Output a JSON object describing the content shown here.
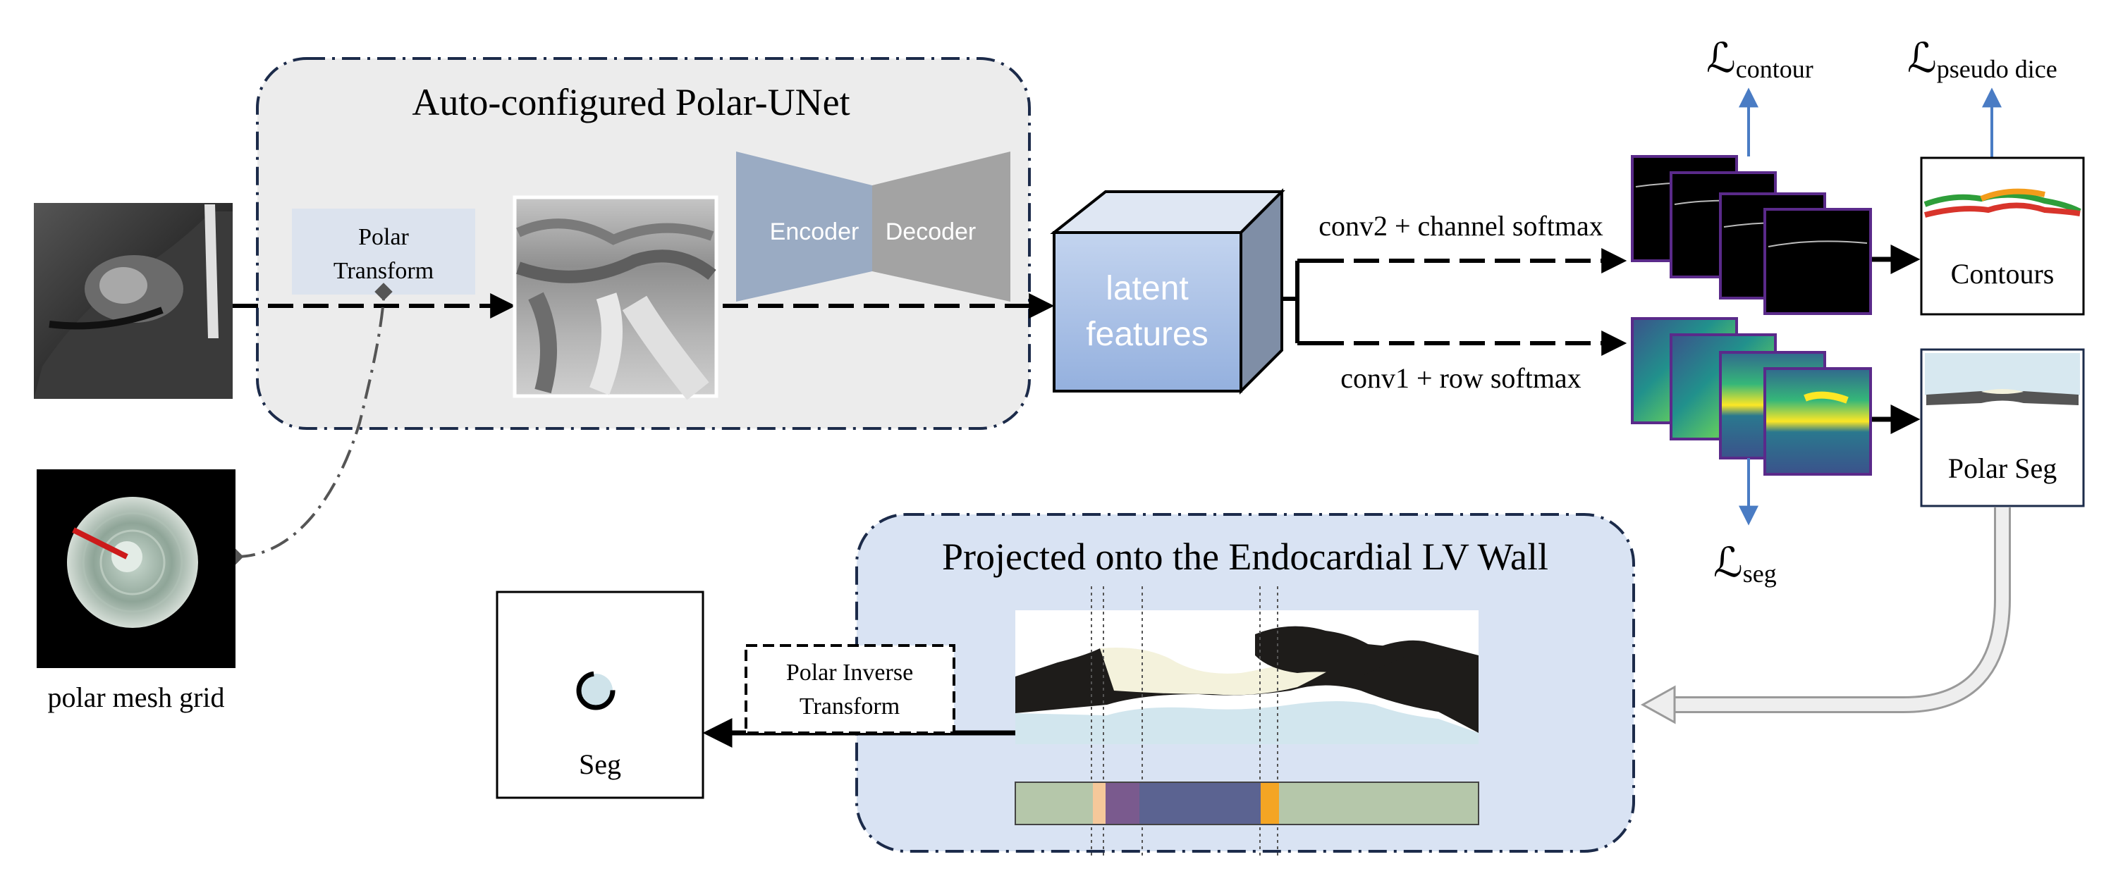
{
  "top_panel": {
    "title": "Auto-configured Polar-UNet"
  },
  "polar_transform": {
    "line1": "Polar",
    "line2": "Transform"
  },
  "network": {
    "encoder": "Encoder",
    "decoder": "Decoder"
  },
  "latent": {
    "line1": "latent",
    "line2": "features"
  },
  "branches": {
    "upper": "conv2 + channel softmax",
    "lower": "conv1 + row softmax"
  },
  "losses": {
    "contour": {
      "main": "ℒ",
      "sub": "contour"
    },
    "pseudo_dice": {
      "main": "ℒ",
      "sub": "pseudo dice"
    },
    "seg": {
      "main": "ℒ",
      "sub": "seg"
    }
  },
  "outputs": {
    "contours": "Contours",
    "polar_seg": "Polar Seg"
  },
  "mesh_grid": {
    "caption": "polar mesh grid"
  },
  "bottom_panel": {
    "title": "Projected onto the Endocardial LV Wall"
  },
  "inverse": {
    "line1": "Polar Inverse",
    "line2": "Transform"
  },
  "seg_output": {
    "label": "Seg"
  },
  "colors": {
    "panel_border": "#1c2b4a",
    "top_panel_fill": "#ececec",
    "bottom_panel_fill": "#d9e3f3",
    "latent_blue": "#a9c1e6",
    "encoder_blue": "#9aabc3",
    "decoder_gray": "#a3a3a3",
    "loss_arrow": "#4a7cc4",
    "contour_green": "#2e9e3a",
    "contour_red": "#d8342b",
    "contour_orange": "#f39c1a",
    "feature_border": "#5a2a8a"
  },
  "icons": {
    "mri_input": "cardiac-mri-image",
    "polar_image": "polar-unwrapped-image",
    "mesh": "polar-mesh-grid-image",
    "contour_maps": "contour-probability-maps",
    "seg_maps": "segmentation-probability-maps"
  }
}
